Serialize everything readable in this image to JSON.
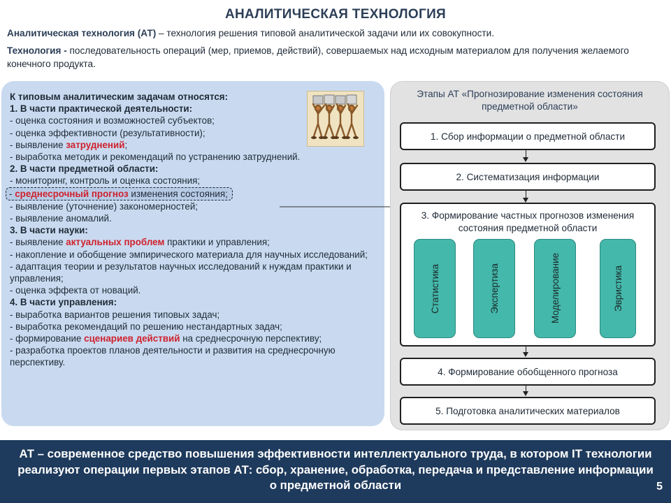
{
  "title": "АНАЛИТИЧЕСКАЯ ТЕХНОЛОГИЯ",
  "definitions": {
    "at_term": "Аналитическая технология (АТ)",
    "at_text": " – технология решения типовой аналитической задачи или их совокупности.",
    "tech_term": "Технология -",
    "tech_text": " последовательность операций (мер, приемов, действий), совершаемых над исходным материалом для получения желаемого конечного продукта."
  },
  "left": {
    "heading": "К типовым аналитическим задачам относятся:",
    "sec1": "1. В части практической деятельности:",
    "s1_1": "- оценка состояния и возможностей субъектов;",
    "s1_2": "- оценка эффективности (результативности);",
    "s1_3_pre": "- выявление ",
    "s1_3_hi": "затруднений",
    "s1_3_post": ";",
    "s1_4": "- выработка методик и рекомендаций по устранению  затруднений.",
    "sec2": "2. В части предметной области:",
    "s2_1": "- мониторинг, контроль и оценка состояния;",
    "s2_2_pre": "- ",
    "s2_2_hi": "среднесрочный прогноз",
    "s2_2_post": " изменения состояния;",
    "s2_3": "- выявление (уточнение) закономерностей;",
    "s2_4": "- выявление аномалий.",
    "sec3": "3. В части науки:",
    "s3_1_pre": "- выявление ",
    "s3_1_hi": "актуальных проблем",
    "s3_1_post": " практики и управления;",
    "s3_2": "- накопление и обобщение эмпирического материала для научных исследований;",
    "s3_3": "- адаптация теории и результатов научных исследований к нуждам практики и управления;",
    "s3_4": "- оценка эффекта от новаций.",
    "sec4": "4. В части управления:",
    "s4_1": "- выработка вариантов решения типовых задач;",
    "s4_2": "- выработка рекомендаций по решению нестандартных задач;",
    "s4_3_pre": "- формирование ",
    "s4_3_hi": "сценариев действий",
    "s4_3_post": " на среднесрочную перспективу;",
    "s4_4": "- разработка проектов планов деятельности и развития на среднесрочную перспективу."
  },
  "right": {
    "heading": "Этапы АТ «Прогнозирование изменения состояния предметной области»",
    "step1": "1. Сбор информации о предметной области",
    "step2": "2. Систематизация информации",
    "step3": "3. Формирование частных прогнозов изменения состояния предметной области",
    "methods": [
      "Статистика",
      "Экспертиза",
      "Моделирование",
      "Эвристика"
    ],
    "step4": "4. Формирование обобщенного прогноза",
    "step5": "5. Подготовка аналитических материалов"
  },
  "band": {
    "text": "АТ – современное средство повышения эффективности интеллектуального труда, в котором IT технологии реализуют операции первых этапов АТ: сбор, хранение, обработка, передача и представление информации о предметной области",
    "page": "5"
  },
  "colors": {
    "left_panel": "#c9daf0",
    "right_panel": "#e2e2e2",
    "method_box": "#44b8ab",
    "highlight": "#d0202c",
    "band": "#1e3a5c"
  }
}
